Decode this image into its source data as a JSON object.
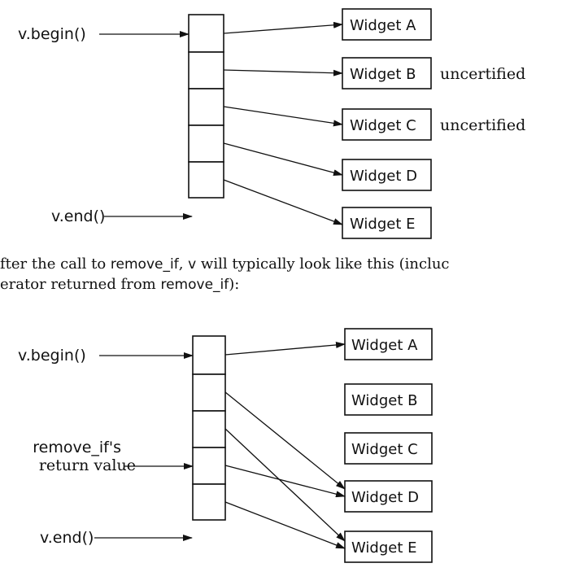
{
  "diagram1": {
    "begin_label": "v.begin()",
    "end_label": "v.end()",
    "widgets": [
      "Widget A",
      "Widget B",
      "Widget C",
      "Widget D",
      "Widget E"
    ],
    "annotations": [
      "",
      "uncertified",
      "uncertified",
      "",
      ""
    ]
  },
  "caption": {
    "line1_a": "fter the call to ",
    "line1_code": "remove_if",
    "line1_b": ", ",
    "line1_v": "v",
    "line1_c": " will typically look like this (incluc",
    "line2_a": "erator returned from ",
    "line2_code": "remove_if",
    "line2_b": "):"
  },
  "diagram2": {
    "begin_label": "v.begin()",
    "return_label_line1": "remove_if's",
    "return_label_line2": "return value",
    "end_label": "v.end()",
    "widgets": [
      "Widget A",
      "Widget B",
      "Widget C",
      "Widget D",
      "Widget E"
    ]
  }
}
